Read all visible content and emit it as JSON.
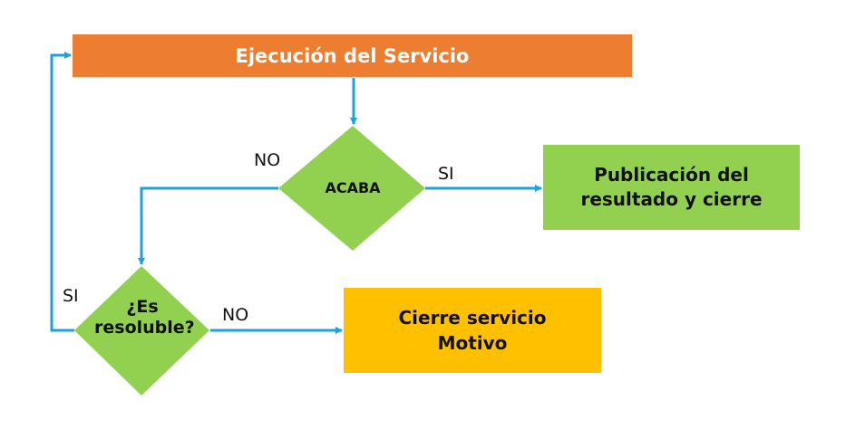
{
  "nodes": {
    "execution": "Ejecución del Servicio",
    "acaba": "ACABA",
    "publication": "Publicación del resultado y cierre",
    "resoluble": "¿Es resoluble?",
    "closure_line1": "Cierre servicio",
    "closure_line2": "Motivo"
  },
  "edges": {
    "acaba_no": "NO",
    "acaba_si": "SI",
    "resoluble_si": "SI",
    "resoluble_no": "NO"
  },
  "colors": {
    "execution": "#ED7D31",
    "decision": "#92D050",
    "publication": "#92D050",
    "closure": "#FFC000",
    "connector": "#1CA3DE"
  }
}
